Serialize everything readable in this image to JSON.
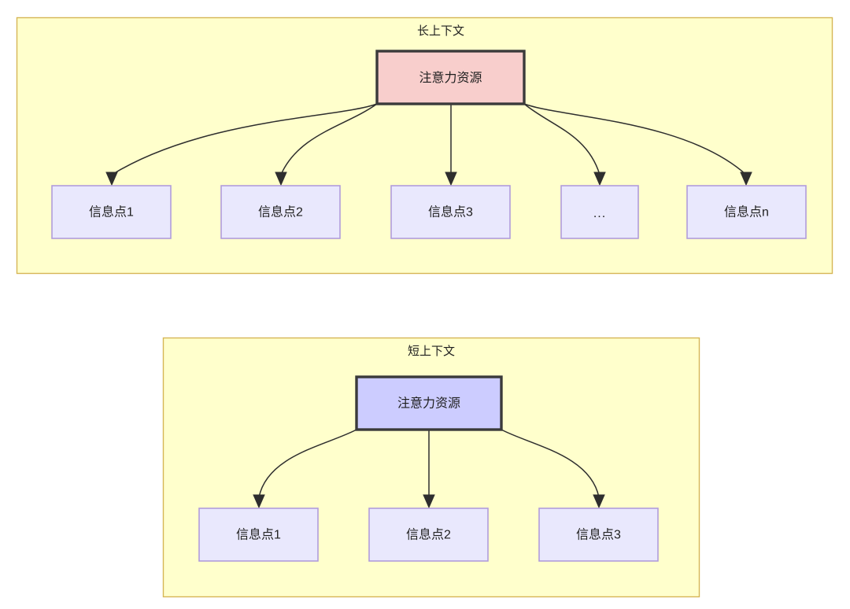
{
  "diagram": {
    "type": "node-link-tree",
    "background_color": "#ffffff",
    "sections": [
      {
        "id": "long-context",
        "title": "长上下文",
        "container_fill": "#ffffcc",
        "container_stroke": "#d6b656",
        "root": {
          "label": "注意力资源",
          "fill": "#f8cecc",
          "stroke": "#3a3a3a"
        },
        "leaves": [
          {
            "label": "信息点1"
          },
          {
            "label": "信息点2"
          },
          {
            "label": "信息点3"
          },
          {
            "label": "..."
          },
          {
            "label": "信息点n"
          }
        ],
        "leaf_fill": "#e9e8fd",
        "leaf_stroke": "#b19cdb",
        "edge_count": 5
      },
      {
        "id": "short-context",
        "title": "短上下文",
        "container_fill": "#ffffcc",
        "container_stroke": "#d6b656",
        "root": {
          "label": "注意力资源",
          "fill": "#ccccff",
          "stroke": "#3a3a3a"
        },
        "leaves": [
          {
            "label": "信息点1"
          },
          {
            "label": "信息点2"
          },
          {
            "label": "信息点3"
          }
        ],
        "leaf_fill": "#e9e8fd",
        "leaf_stroke": "#b19cdb",
        "edge_count": 3
      }
    ]
  }
}
